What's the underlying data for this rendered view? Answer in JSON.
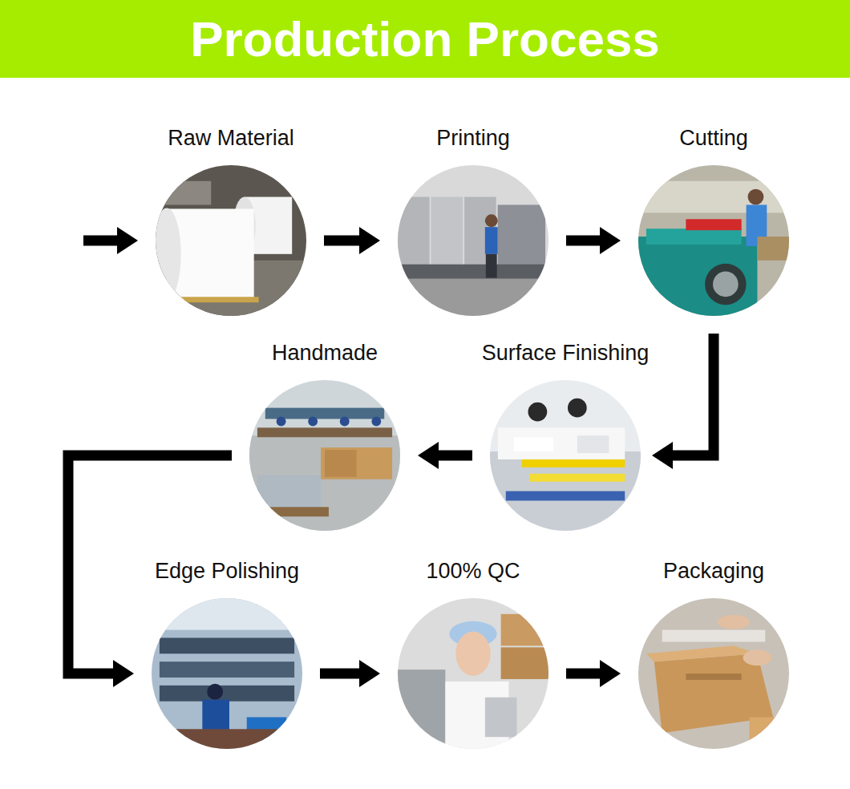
{
  "diagram": {
    "title": "Production Process",
    "nodes": [
      {
        "text": [
          "Raw Material"
        ]
      },
      {
        "text": [
          "Printing"
        ]
      },
      {
        "text": [
          "Cutting"
        ]
      },
      {
        "text": [
          "Handmade"
        ]
      },
      {
        "text": [
          "Surface Finishing"
        ]
      },
      {
        "text": [
          "Edge Polishing"
        ]
      },
      {
        "text": [
          "100% QC"
        ]
      },
      {
        "text": [
          "Packaging"
        ]
      }
    ],
    "edges": [
      {
        "from": 0,
        "to": 1,
        "arrow": "to"
      },
      {
        "from": 1,
        "to": 2,
        "arrow": "to"
      },
      {
        "from": 2,
        "to": 4,
        "arrow": "to"
      },
      {
        "from": 4,
        "to": 3,
        "arrow": "to"
      },
      {
        "from": 3,
        "to": 5,
        "arrow": "to"
      },
      {
        "from": 5,
        "to": 6,
        "arrow": "to"
      },
      {
        "from": 6,
        "to": 7,
        "arrow": "to"
      }
    ]
  }
}
